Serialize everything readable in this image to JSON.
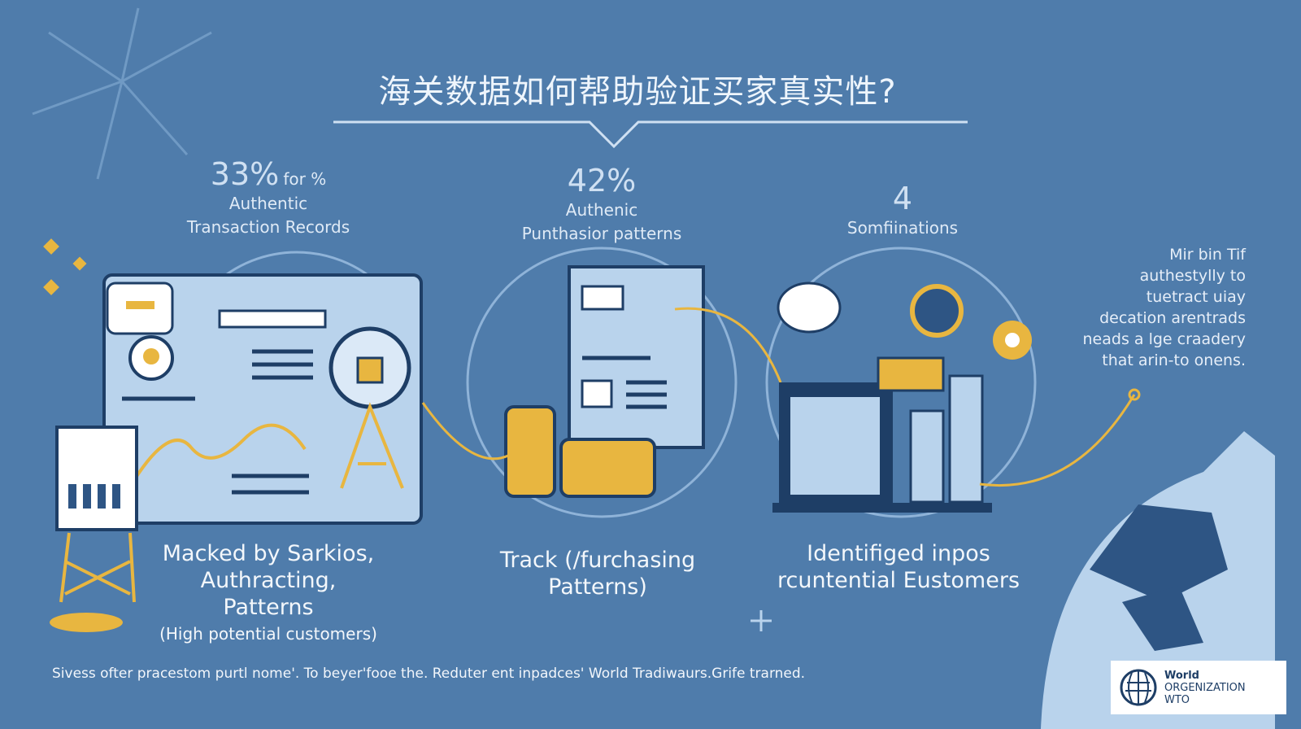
{
  "title": "海关数据如何帮助验证买家真实性?",
  "stats": [
    {
      "value": "33%",
      "suffix": "for %",
      "line1": "Authentic",
      "line2": "Transaction Records"
    },
    {
      "value": "42%",
      "line1": "Authenic",
      "line2": "Punthasior patterns"
    },
    {
      "value": "4",
      "line1": "Somfiinations"
    }
  ],
  "captions": [
    {
      "lines": [
        "Macked by Sarkios,",
        "Authracting,",
        "Patterns"
      ],
      "sub": "(High potential customers)"
    },
    {
      "lines": [
        "Track (/furchasing",
        "Patterns)"
      ]
    },
    {
      "lines": [
        "Identifiged inpos",
        "rcuntential Eustomers"
      ]
    }
  ],
  "side_text": [
    "Mir bin Tif",
    "authestylly to",
    "tuetract uiay",
    "decation arentrads",
    "neads a lge craadery",
    "that arin-to onens."
  ],
  "footer": "Sivess ofter pracestom purtl nome'. To beyer'fooe the. Reduter ent inpadces' World Tradiwaurs.Grife trarned.",
  "logo": {
    "line1": "World",
    "line2": "ORGENIZATION",
    "line3": "WTO"
  },
  "colors": {
    "background": "#4f7cab",
    "accent": "#e8b640",
    "light": "#b9d3ec"
  }
}
